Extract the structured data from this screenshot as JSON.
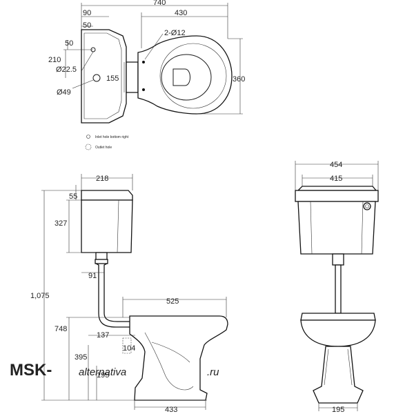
{
  "top_view": {
    "overall_width": "740",
    "cistern_offset": "90",
    "inlet_offset_x": "50",
    "bowl_width": "430",
    "fixing_holes": "2-Ø12",
    "inlet_offset_y": "50",
    "depth": "210",
    "inlet_diameter": "Ø22.5",
    "outlet_diameter": "Ø49",
    "seat_gap": "155",
    "bowl_depth": "360"
  },
  "legend": {
    "inlet": "Inlet hole bottom right",
    "outlet": "Outlet hole"
  },
  "side_view": {
    "cistern_depth": "218",
    "cistern_top": "55",
    "cistern_height": "327",
    "total_height": "1,075",
    "pipe_offset": "91",
    "bowl_length": "525",
    "mount_height": "748",
    "outlet_offset": "137",
    "outlet_width": "104",
    "outlet_height": "395",
    "outlet_bottom": "195",
    "base_length": "433"
  },
  "front_view": {
    "cistern_width": "454",
    "lid_width": "415",
    "pedestal_width": "195"
  },
  "watermark": {
    "brand": "MSK-",
    "script": "alternativa",
    "suffix": ".ru"
  }
}
